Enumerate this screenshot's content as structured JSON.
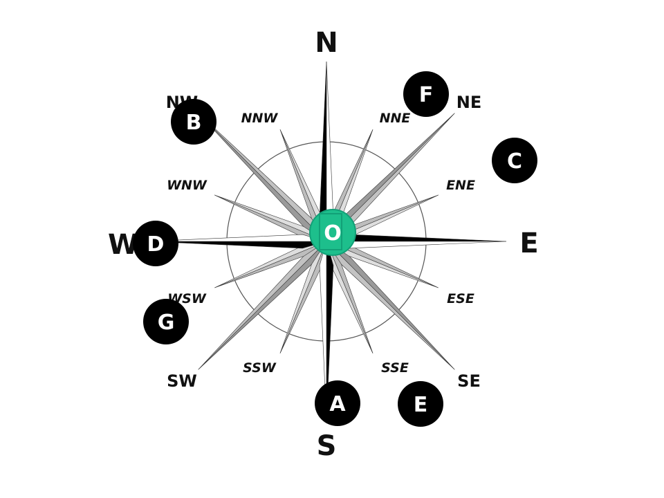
{
  "colors": {
    "marker_fill": "#000000",
    "marker_text": "#ffffff",
    "origin_fill": "#1dbf8c",
    "origin_stroke": "#12a077",
    "point_major_dark": "#000000",
    "point_major_light": "#ffffff",
    "point_inter_dark": "#9a9a9a",
    "point_inter_light": "#c2c2c2",
    "point_minor_dark": "#bdbdbd",
    "point_minor_light": "#dedede"
  },
  "compass": {
    "major": [
      {
        "key": "N",
        "label": "N"
      },
      {
        "key": "E",
        "label": "E"
      },
      {
        "key": "S",
        "label": "S"
      },
      {
        "key": "W",
        "label": "W"
      }
    ],
    "intercardinal": [
      {
        "key": "NE",
        "label": "NE"
      },
      {
        "key": "SE",
        "label": "SE"
      },
      {
        "key": "SW",
        "label": "SW"
      },
      {
        "key": "NW",
        "label": "NW"
      }
    ],
    "minor": [
      {
        "key": "NNE",
        "label": "NNE"
      },
      {
        "key": "ENE",
        "label": "ENE"
      },
      {
        "key": "ESE",
        "label": "ESE"
      },
      {
        "key": "SSE",
        "label": "SSE"
      },
      {
        "key": "SSW",
        "label": "SSW"
      },
      {
        "key": "WSW",
        "label": "WSW"
      },
      {
        "key": "WNW",
        "label": "WNW"
      },
      {
        "key": "NNW",
        "label": "NNW"
      }
    ]
  },
  "origin": {
    "label": "O"
  },
  "markers": [
    {
      "id": "A",
      "label": "A"
    },
    {
      "id": "B",
      "label": "B"
    },
    {
      "id": "C",
      "label": "C"
    },
    {
      "id": "D",
      "label": "D"
    },
    {
      "id": "E",
      "label": "E"
    },
    {
      "id": "F",
      "label": "F"
    },
    {
      "id": "G",
      "label": "G"
    }
  ]
}
